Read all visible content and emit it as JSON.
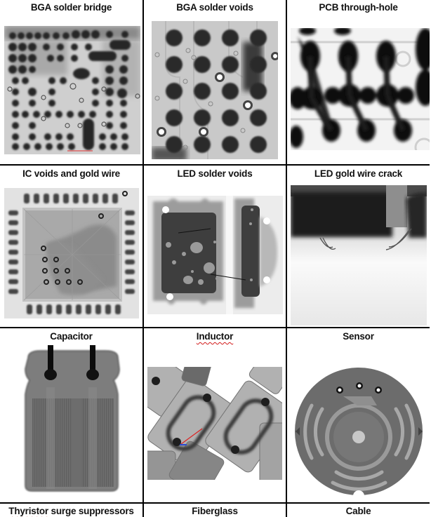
{
  "table": {
    "columns": 3,
    "rows": [
      {
        "cells": [
          {
            "caption": "BGA solder bridge",
            "image": "bga-solder-bridge-xray",
            "spellcheck_flag": false
          },
          {
            "caption": "BGA solder voids",
            "image": "bga-solder-voids-xray",
            "spellcheck_flag": false
          },
          {
            "caption": "PCB through-hole",
            "image": "pcb-through-hole-xray",
            "spellcheck_flag": false
          }
        ]
      },
      {
        "cells": [
          {
            "caption": "IC voids and gold wire",
            "image": "ic-voids-gold-wire-xray",
            "spellcheck_flag": false
          },
          {
            "caption": "LED solder voids",
            "image": "led-solder-voids-xray",
            "spellcheck_flag": false
          },
          {
            "caption": "LED gold wire crack",
            "image": "led-gold-wire-crack-xray",
            "spellcheck_flag": false
          }
        ]
      },
      {
        "cells": [
          {
            "caption": "Capacitor",
            "image": "capacitor-xray",
            "spellcheck_flag": false
          },
          {
            "caption": "Inductor",
            "image": "inductor-xray",
            "spellcheck_flag": true
          },
          {
            "caption": "Sensor",
            "image": "sensor-xray",
            "spellcheck_flag": false
          }
        ]
      },
      {
        "cells": [
          {
            "caption": "Thyristor surge suppressors",
            "image": "",
            "spellcheck_flag": true,
            "spellcheck_word": "Thyristor",
            "rest": " surge suppressors"
          },
          {
            "caption": "Fiberglass",
            "image": "",
            "spellcheck_flag": false
          },
          {
            "caption": "Cable",
            "image": "",
            "spellcheck_flag": false
          }
        ]
      }
    ]
  },
  "colors": {
    "border": "#000000",
    "spellcheck": "#d21a1a",
    "text": "#111111"
  }
}
